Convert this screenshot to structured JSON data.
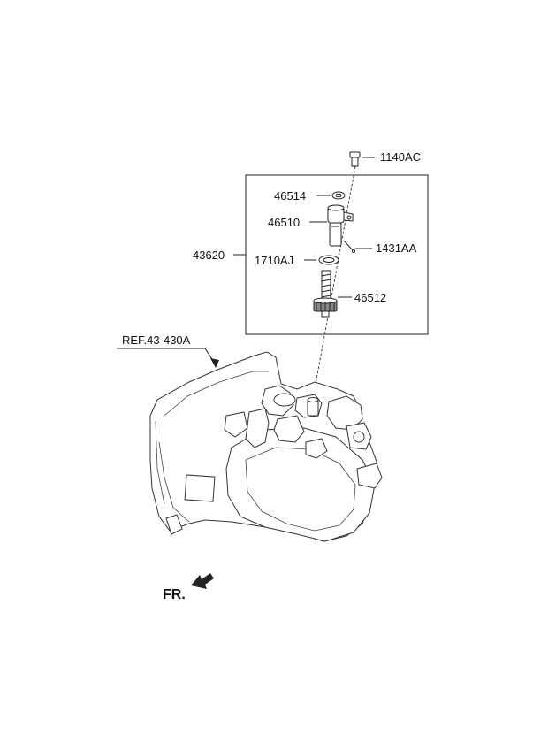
{
  "labels": {
    "bolt": "1140AC",
    "oring_small": "46514",
    "sensor": "46510",
    "pin": "1431AA",
    "assembly": "43620",
    "oring": "1710AJ",
    "gear": "46512",
    "reference": "REF.43-430A",
    "front": "FR."
  }
}
